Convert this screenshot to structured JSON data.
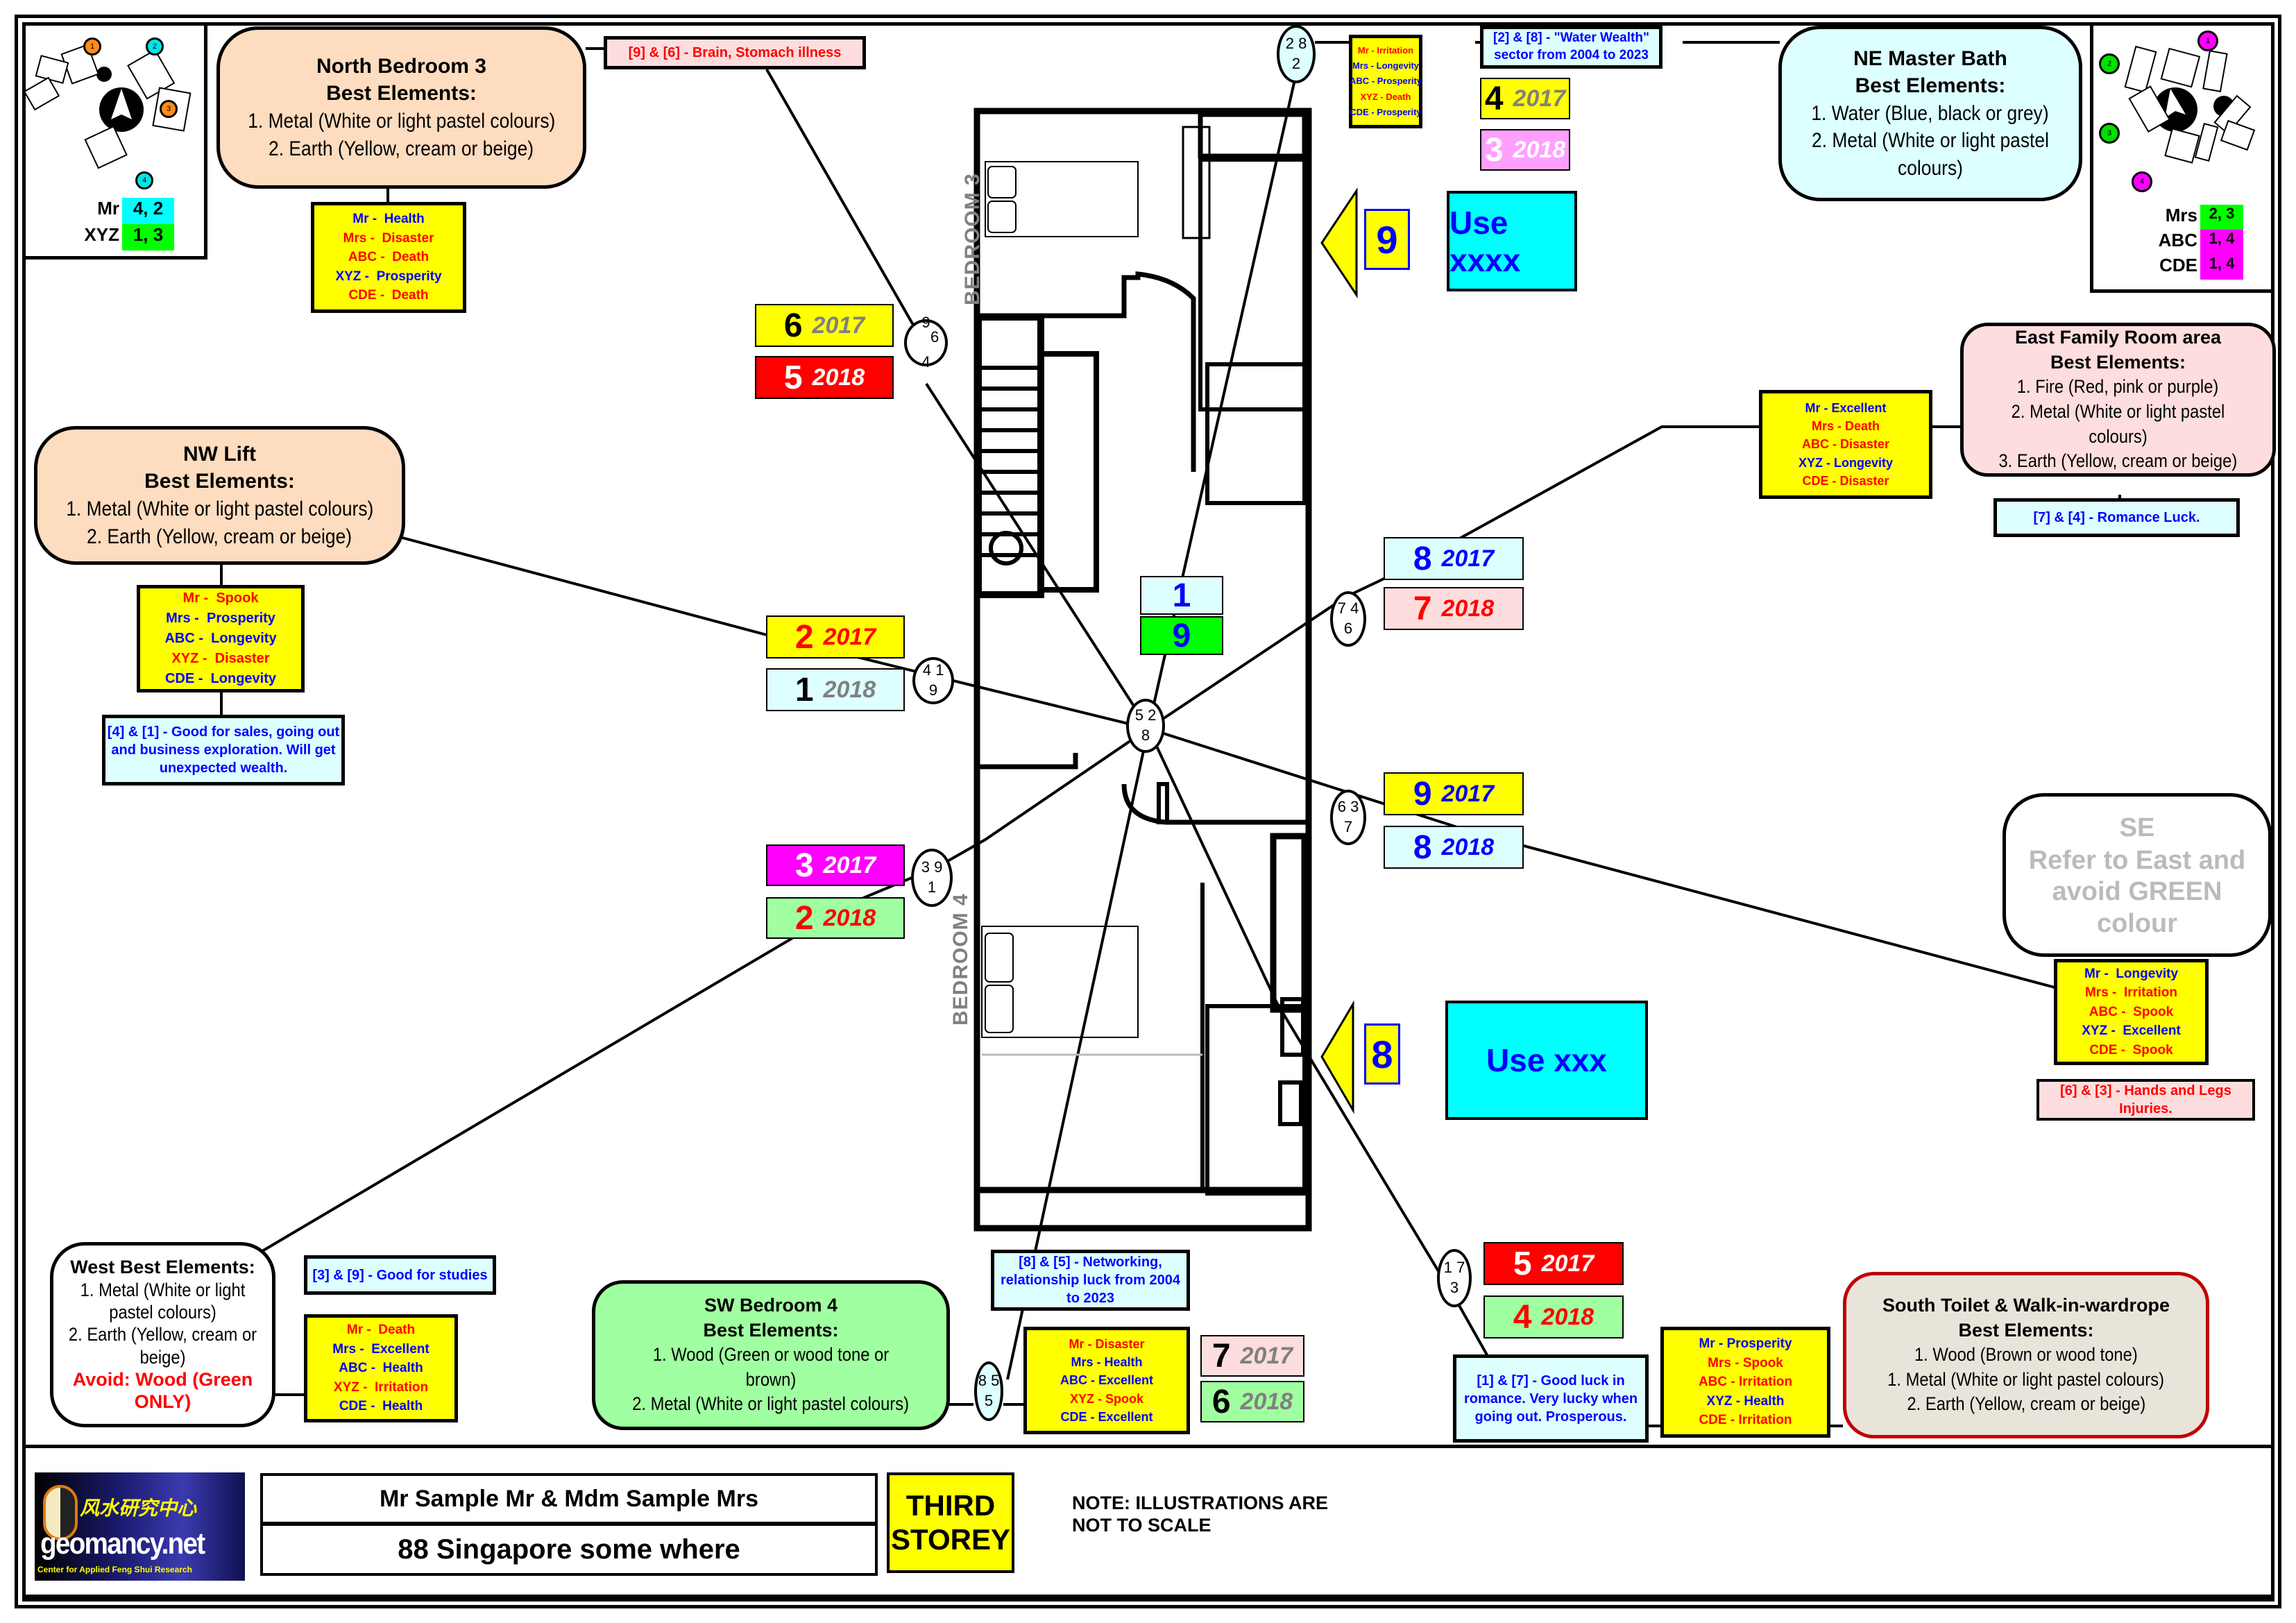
{
  "colors": {
    "yellow": "#ffff00",
    "cyan": "#00ffff",
    "light_cyan": "#ddffff",
    "peach": "#fddcbf",
    "pink": "#fddddd",
    "green": "#00ff00",
    "light_green": "#a0ffa0",
    "magenta": "#ff00ff",
    "light_magenta": "#ffa0ff",
    "red": "#ff0000",
    "blue": "#0000ff",
    "grey": "#808080",
    "beige": "#e8e4da"
  },
  "compass_left": {
    "markers": [
      "1",
      "2",
      "3",
      "4"
    ],
    "rows": [
      {
        "name": "Mr",
        "value": "4, 2"
      },
      {
        "name": "XYZ",
        "value": "1, 3"
      }
    ]
  },
  "compass_right": {
    "markers": [
      "1",
      "2",
      "3",
      "4"
    ],
    "rows": [
      {
        "name": "Mrs",
        "value": "2, 3"
      },
      {
        "name": "ABC",
        "value": "1, 4"
      },
      {
        "name": "CDE",
        "value": "1, 4"
      }
    ]
  },
  "rooms": {
    "north_bedroom_3": {
      "title": "North Bedroom 3",
      "subtitle": "Best Elements:",
      "lines": [
        "1. Metal (White or light pastel colours)",
        "2. Earth (Yellow, cream or beige)"
      ]
    },
    "ne_master_bath": {
      "title": "NE Master Bath",
      "subtitle": "Best Elements:",
      "lines": [
        "1. Water (Blue, black or grey)",
        "2. Metal (White or light pastel colours)"
      ]
    },
    "nw_lift": {
      "title": "NW Lift",
      "subtitle": "Best Elements:",
      "lines": [
        "1. Metal (White or light pastel colours)",
        "2. Earth (Yellow, cream or beige)"
      ]
    },
    "east_family_room": {
      "title": "East Family Room area",
      "subtitle": "Best Elements:",
      "lines": [
        "1. Fire (Red, pink or purple)",
        "2. Metal (White or light pastel colours)",
        "3. Earth (Yellow, cream or beige)"
      ]
    },
    "se": {
      "title": "SE",
      "lines": [
        "Refer to East and avoid GREEN colour"
      ]
    },
    "west": {
      "title": "West Best Elements:",
      "lines": [
        "1. Metal (White or light pastel colours)",
        "2. Earth (Yellow, cream or beige)"
      ],
      "warning": "Avoid: Wood (Green ONLY)"
    },
    "sw_bedroom_4": {
      "title": "SW Bedroom 4",
      "subtitle": "Best Elements:",
      "lines": [
        "1. Wood (Green or wood tone or brown)",
        "2. Metal (White or light pastel colours)"
      ]
    },
    "south_toilet": {
      "title": "South Toilet & Walk-in-wardrope",
      "subtitle": "Best Elements:",
      "lines": [
        "1. Wood (Brown or wood tone)",
        "1. Metal (White or light pastel colours)",
        "2. Earth (Yellow, cream or beige)"
      ]
    }
  },
  "person_lists": {
    "north": [
      {
        "p": "Mr -",
        "v": "Health",
        "c": "b"
      },
      {
        "p": "Mrs -",
        "v": "Disaster",
        "c": "r"
      },
      {
        "p": "ABC -",
        "v": "Death",
        "c": "r"
      },
      {
        "p": "XYZ -",
        "v": "Prosperity",
        "c": "b"
      },
      {
        "p": "CDE -",
        "v": "Death",
        "c": "r"
      }
    ],
    "northeast": [
      {
        "p": "Mr -",
        "v": "Irritation",
        "c": "r"
      },
      {
        "p": "Mrs -",
        "v": "Longevity",
        "c": "b"
      },
      {
        "p": "ABC -",
        "v": "Prosperity",
        "c": "b"
      },
      {
        "p": "XYZ -",
        "v": "Death",
        "c": "r"
      },
      {
        "p": "CDE -",
        "v": "Prosperity",
        "c": "b"
      }
    ],
    "northwest": [
      {
        "p": "Mr -",
        "v": "Spook",
        "c": "r"
      },
      {
        "p": "Mrs -",
        "v": "Prosperity",
        "c": "b"
      },
      {
        "p": "ABC -",
        "v": "Longevity",
        "c": "b"
      },
      {
        "p": "XYZ -",
        "v": "Disaster",
        "c": "r"
      },
      {
        "p": "CDE -",
        "v": "Longevity",
        "c": "b"
      }
    ],
    "east": [
      {
        "p": "Mr -",
        "v": "Excellent",
        "c": "b"
      },
      {
        "p": "Mrs -",
        "v": "Death",
        "c": "r"
      },
      {
        "p": "ABC -",
        "v": "Disaster",
        "c": "r"
      },
      {
        "p": "XYZ -",
        "v": "Longevity",
        "c": "b"
      },
      {
        "p": "CDE -",
        "v": "Disaster",
        "c": "r"
      }
    ],
    "southeast": [
      {
        "p": "Mr -",
        "v": "Longevity",
        "c": "b"
      },
      {
        "p": "Mrs -",
        "v": "Irritation",
        "c": "r"
      },
      {
        "p": "ABC -",
        "v": "Spook",
        "c": "r"
      },
      {
        "p": "XYZ -",
        "v": "Excellent",
        "c": "b"
      },
      {
        "p": "CDE -",
        "v": "Spook",
        "c": "r"
      }
    ],
    "west": [
      {
        "p": "Mr -",
        "v": "Death",
        "c": "r"
      },
      {
        "p": "Mrs -",
        "v": "Excellent",
        "c": "b"
      },
      {
        "p": "ABC -",
        "v": "Health",
        "c": "b"
      },
      {
        "p": "XYZ -",
        "v": "Irritation",
        "c": "r"
      },
      {
        "p": "CDE -",
        "v": "Health",
        "c": "b"
      }
    ],
    "southwest": [
      {
        "p": "Mr -",
        "v": "Disaster",
        "c": "r"
      },
      {
        "p": "Mrs -",
        "v": "Health",
        "c": "b"
      },
      {
        "p": "ABC -",
        "v": "Excellent",
        "c": "b"
      },
      {
        "p": "XYZ -",
        "v": "Spook",
        "c": "r"
      },
      {
        "p": "CDE -",
        "v": "Excellent",
        "c": "b"
      }
    ],
    "south": [
      {
        "p": "Mr -",
        "v": "Prosperity",
        "c": "b"
      },
      {
        "p": "Mrs -",
        "v": "Spook",
        "c": "r"
      },
      {
        "p": "ABC -",
        "v": "Irritation",
        "c": "r"
      },
      {
        "p": "XYZ -",
        "v": "Health",
        "c": "b"
      },
      {
        "p": "CDE -",
        "v": "Irritation",
        "c": "r"
      }
    ]
  },
  "notes": {
    "north": "[9] & [6] - Brain, Stomach illness",
    "northeast": "[2] & [8] - \"Water Wealth\" sector from 2004 to 2023",
    "northwest": "[4] & [1] - Good for sales, going out and business exploration. Will get unexpected wealth.",
    "east": "[7] & [4] - Romance Luck.",
    "southeast": "[6] & [3] - Hands and Legs Injuries.",
    "west": "[3] & [9] - Good for studies",
    "southwest": "[8] & [5] - Networking, relationship luck from 2004 to 2023",
    "south": "[1] & [7] - Good luck in romance. Very lucky when going out. Prosperous."
  },
  "stars": {
    "north": {
      "a": "9",
      "b": "6",
      "c": "4"
    },
    "northeast": {
      "a": "2",
      "b": "8",
      "c": "2"
    },
    "northwest": {
      "a": "4",
      "b": "1",
      "c": "9"
    },
    "center": {
      "a": "5",
      "b": "2",
      "c": "8"
    },
    "east": {
      "a": "7",
      "b": "4",
      "c": "6"
    },
    "southeast": {
      "a": "6",
      "b": "3",
      "c": "7"
    },
    "west": {
      "a": "3",
      "b": "9",
      "c": "1"
    },
    "southwest": {
      "a": "8",
      "b": "5",
      "c": "5"
    },
    "south": {
      "a": "1",
      "b": "7",
      "c": "3"
    }
  },
  "annual": {
    "north": [
      {
        "n": "6",
        "y": "2017"
      },
      {
        "n": "5",
        "y": "2018"
      }
    ],
    "northeast": [
      {
        "n": "4",
        "y": "2017"
      },
      {
        "n": "3",
        "y": "2018"
      }
    ],
    "northwest": [
      {
        "n": "2",
        "y": "2017"
      },
      {
        "n": "1",
        "y": "2018"
      }
    ],
    "center": [
      {
        "n": "1"
      },
      {
        "n": "9"
      }
    ],
    "east": [
      {
        "n": "8",
        "y": "2017"
      },
      {
        "n": "7",
        "y": "2018"
      }
    ],
    "southeast": [
      {
        "n": "9",
        "y": "2017"
      },
      {
        "n": "8",
        "y": "2018"
      }
    ],
    "west": [
      {
        "n": "3",
        "y": "2017"
      },
      {
        "n": "2",
        "y": "2018"
      }
    ],
    "southwest": [
      {
        "n": "7",
        "y": "2017"
      },
      {
        "n": "6",
        "y": "2018"
      }
    ],
    "south": [
      {
        "n": "5",
        "y": "2017"
      },
      {
        "n": "4",
        "y": "2018"
      }
    ]
  },
  "callouts": [
    {
      "number": "9",
      "text": "Use xxxx"
    },
    {
      "number": "8",
      "text": "Use xxx"
    }
  ],
  "plan_labels": {
    "bedroom3": "BEDROOM 3",
    "bedroom4": "BEDROOM 4"
  },
  "footer": {
    "logo_text": "geomancy.net",
    "logo_chinese": "风水研究中心",
    "logo_tagline": "Center for Applied Feng Shui Research",
    "client": "Mr Sample Mr & Mdm Sample Mrs",
    "address": "88 Singapore some where",
    "storey": "THIRD STOREY",
    "note": "NOTE: ILLUSTRATIONS ARE NOT TO SCALE"
  }
}
